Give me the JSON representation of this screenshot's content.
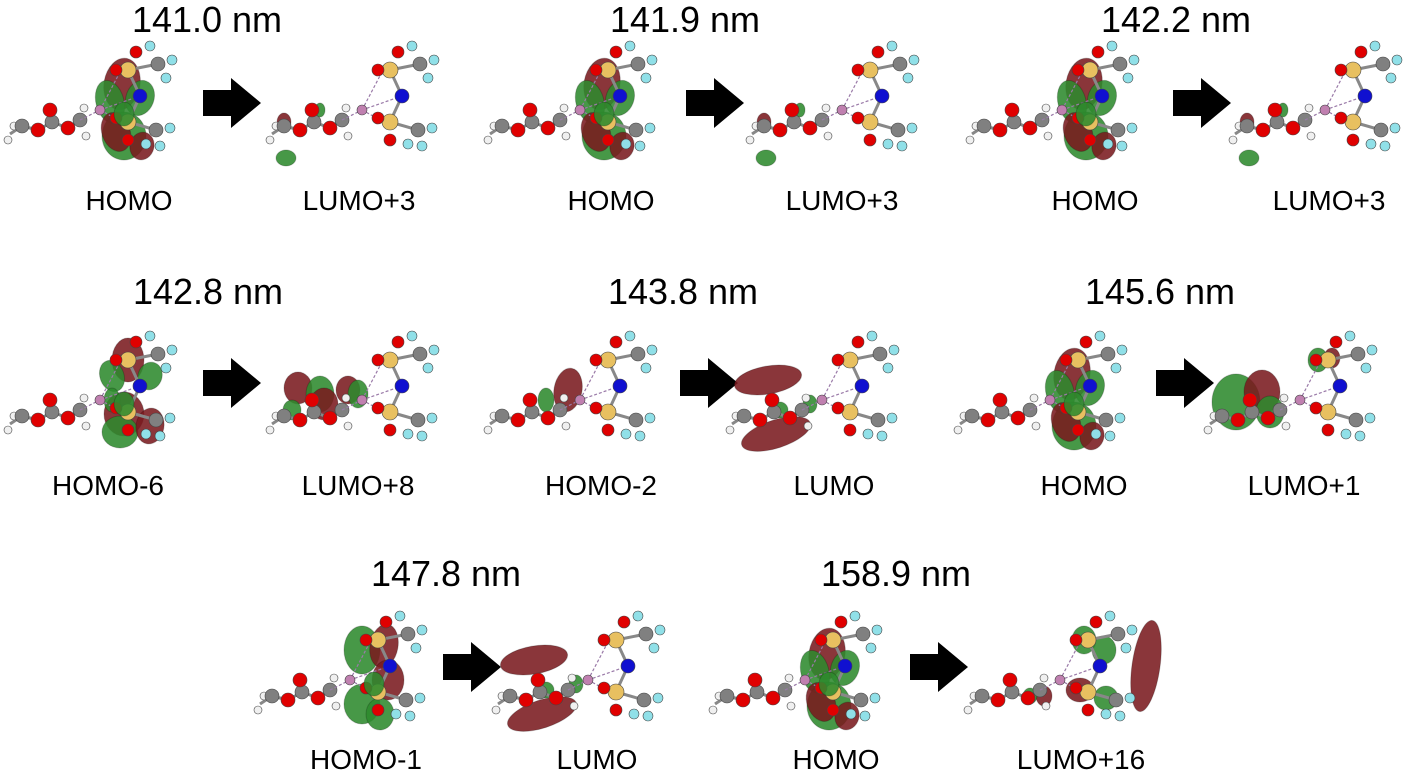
{
  "colors": {
    "orbital_positive": "#7a1a1f",
    "orbital_negative": "#2e8a2e",
    "oxygen": "#e00000",
    "carbon": "#808080",
    "hydrogen": "#f0f0f0",
    "nitrogen": "#1010d0",
    "sulfur": "#e8c060",
    "fluorine": "#90e0e8",
    "lithium": "#c080b0",
    "arrow": "#000000"
  },
  "transitions": [
    {
      "wavelength": "141.0 nm",
      "from": "HOMO",
      "to": "LUMO+3"
    },
    {
      "wavelength": "141.9 nm",
      "from": "HOMO",
      "to": "LUMO+3"
    },
    {
      "wavelength": "142.2 nm",
      "from": "HOMO",
      "to": "LUMO+3"
    },
    {
      "wavelength": "142.8 nm",
      "from": "HOMO-6",
      "to": "LUMO+8"
    },
    {
      "wavelength": "143.8 nm",
      "from": "HOMO-2",
      "to": "LUMO"
    },
    {
      "wavelength": "145.6 nm",
      "from": "HOMO",
      "to": "LUMO+1"
    },
    {
      "wavelength": "147.8 nm",
      "from": "HOMO-1",
      "to": "LUMO"
    },
    {
      "wavelength": "158.9 nm",
      "from": "HOMO",
      "to": "LUMO+16"
    }
  ]
}
